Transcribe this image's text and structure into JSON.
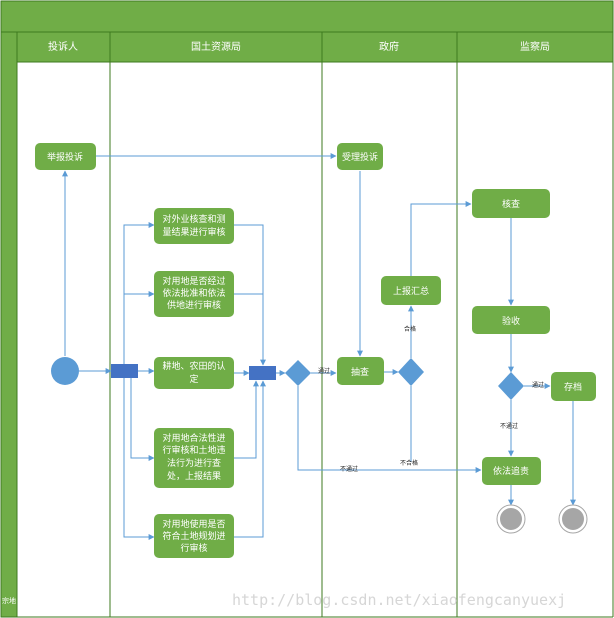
{
  "diagram": {
    "side_label": "宗地",
    "lanes": [
      {
        "id": "lane-complainant",
        "label": "投诉人"
      },
      {
        "id": "lane-land-bureau",
        "label": "国土资源局"
      },
      {
        "id": "lane-government",
        "label": "政府"
      },
      {
        "id": "lane-supervision",
        "label": "监察局"
      }
    ],
    "nodes": {
      "report_complaint": "举报投诉",
      "accept_complaint": "受理投诉",
      "review_survey": [
        "对外业核查和测",
        "量结果进行审核"
      ],
      "review_approval": [
        "对用地是否经过",
        "依法批准和依法",
        "供地进行审核"
      ],
      "cultivated_land": [
        "耕地、农田的认",
        "定"
      ],
      "review_legality": [
        "对用地合法性进",
        "行审核和土地违",
        "法行为进行查",
        "处，上报结果"
      ],
      "review_planning": [
        "对用地使用是否",
        "符合土地规划进",
        "行审核"
      ],
      "spot_check": "抽查",
      "report_summary": "上报汇总",
      "investigate": "核查",
      "acceptance": "验收",
      "archive": "存档",
      "legal_responsibility": "依法追责"
    },
    "edge_labels": {
      "pass_1": "通过",
      "qualified": "合格",
      "pass_2": "通过",
      "not_pass_1": "不通过",
      "not_qualified": "不合格",
      "not_pass_2": "不通过"
    },
    "watermark": "http://blog.csdn.net/xiaofengcanyuexj"
  },
  "colors": {
    "lane_header": "#70ad47",
    "lane_border": "#3e7a1f",
    "node_fill": "#70ad47",
    "start_node": "#5b9bd5",
    "fork_bar": "#4472c4",
    "decision": "#5b9bd5",
    "edge": "#5b9bd5",
    "end_node": "#a6a6a6"
  }
}
